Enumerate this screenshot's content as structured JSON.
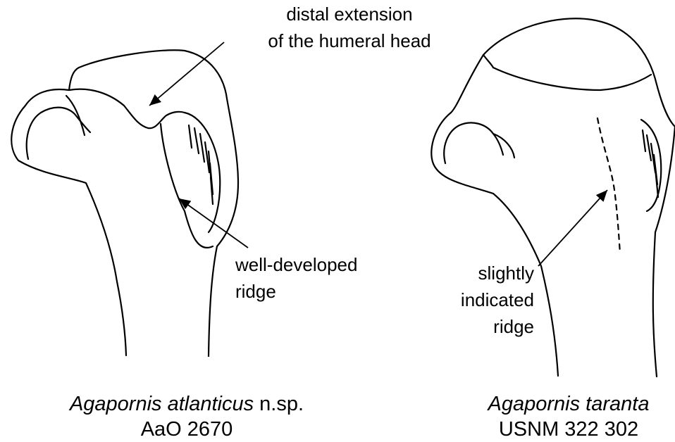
{
  "labels": {
    "distal_extension_1": "distal extension",
    "distal_extension_2": "of the humeral head",
    "well_developed_1": "well-developed",
    "well_developed_2": "ridge",
    "slightly_1": "slightly",
    "slightly_2": "indicated",
    "slightly_3": "ridge"
  },
  "captions": {
    "left": {
      "species": "Agapornis atlanticus",
      "suffix": " n.sp.",
      "specimen": "AaO 2670"
    },
    "right": {
      "species": "Agapornis taranta",
      "specimen": "USNM 322 302"
    }
  }
}
